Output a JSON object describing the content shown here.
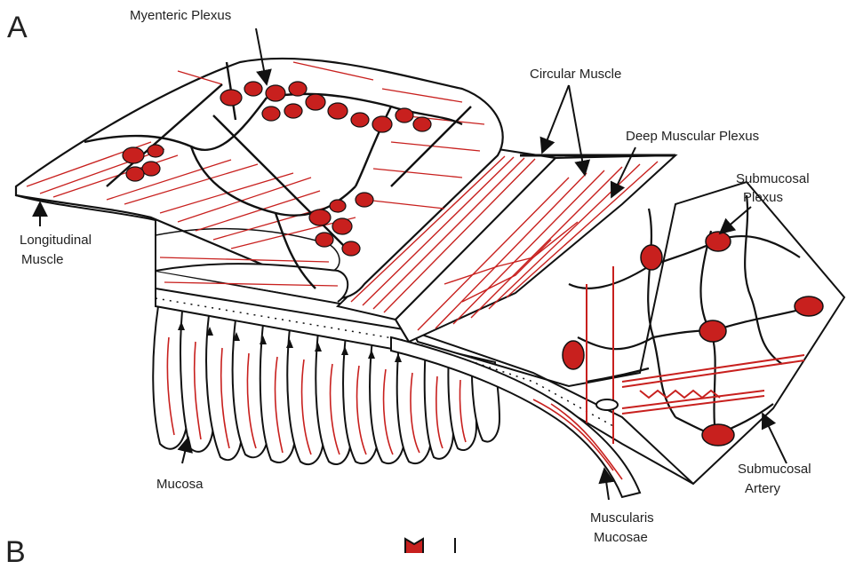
{
  "panel_labels": {
    "a": "A",
    "b": "B"
  },
  "labels": {
    "myenteric_plexus": "Myenteric Plexus",
    "circular_muscle": "Circular Muscle",
    "deep_muscular_plexus": "Deep Muscular Plexus",
    "submucosal_plexus_line1": "Submucosal",
    "submucosal_plexus_line2": "Plexus",
    "longitudinal_muscle_line1": "Longitudinal",
    "longitudinal_muscle_line2": "Muscle",
    "mucosa": "Mucosa",
    "submucosal_artery_line1": "Submucosal",
    "submucosal_artery_line2": "Artery",
    "muscularis_mucosae_line1": "Muscularis",
    "muscularis_mucosae_line2": "Mucosae"
  },
  "colors": {
    "ink": "#111111",
    "nerve": "#c8201e",
    "paper": "#ffffff"
  }
}
